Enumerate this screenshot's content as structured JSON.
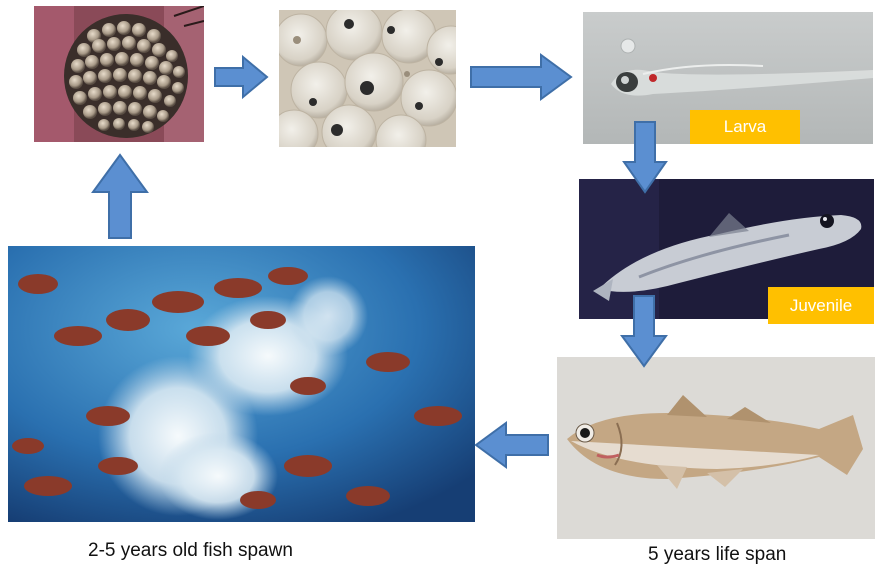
{
  "diagram": {
    "stages": [
      {
        "id": "eggs-cluster",
        "description_icon": "egg-cluster-photo"
      },
      {
        "id": "eggs-developing",
        "description_icon": "developing-eggs-photo"
      },
      {
        "id": "larva",
        "label": "Larva",
        "description_icon": "larva-photo"
      },
      {
        "id": "juvenile",
        "label": "Juvenile",
        "description_icon": "juvenile-fish-photo"
      },
      {
        "id": "adult",
        "description_icon": "adult-fish-photo"
      },
      {
        "id": "spawning",
        "description_icon": "spawning-school-photo"
      }
    ],
    "captions": {
      "spawn": "2-5 years old fish spawn",
      "life_span": "5 years life span"
    },
    "colors": {
      "arrow_fill": "#5b8fd1",
      "arrow_stroke": "#3f6fa8",
      "tag_background": "#ffc000",
      "tag_text": "#ffffff"
    }
  }
}
